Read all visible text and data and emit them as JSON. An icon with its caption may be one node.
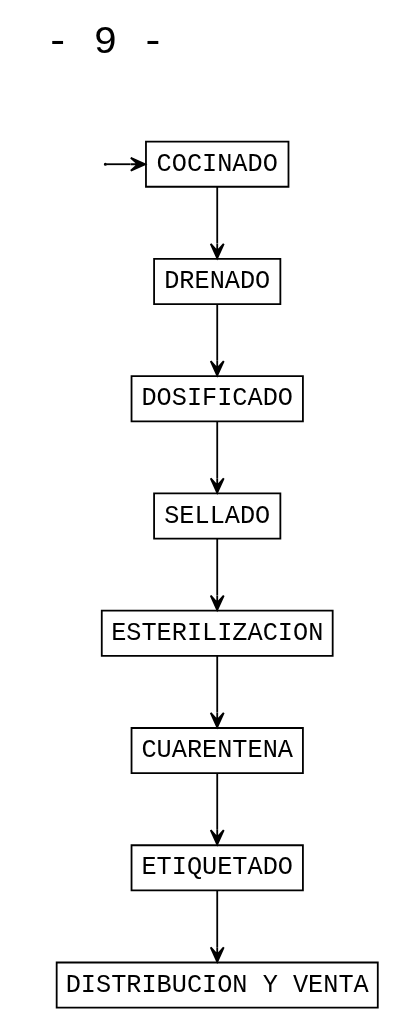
{
  "diagram": {
    "nodes": [
      {
        "text": [
          "COCINADO"
        ]
      },
      {
        "text": [
          "DRENADO"
        ]
      },
      {
        "text": [
          "DOSIFICADO"
        ]
      },
      {
        "text": [
          "SELLADO"
        ]
      },
      {
        "text": [
          "ESTERILIZACION"
        ]
      },
      {
        "text": [
          "CUARENTENA"
        ]
      },
      {
        "text": [
          "ETIQUETADO"
        ]
      },
      {
        "text": [
          "DISTRIBUCION Y VENTA"
        ]
      }
    ],
    "edges": [
      {
        "from": null,
        "to": 0,
        "arrow": "to"
      },
      {
        "from": 0,
        "to": 1,
        "arrow": "to"
      },
      {
        "from": 1,
        "to": 2,
        "arrow": "to"
      },
      {
        "from": 2,
        "to": 3,
        "arrow": "to"
      },
      {
        "from": 3,
        "to": 4,
        "arrow": "to"
      },
      {
        "from": 4,
        "to": 5,
        "arrow": "to"
      },
      {
        "from": 5,
        "to": 6,
        "arrow": "to"
      },
      {
        "from": 6,
        "to": 7,
        "arrow": "to"
      }
    ],
    "labels": [
      "- 9 -"
    ]
  }
}
